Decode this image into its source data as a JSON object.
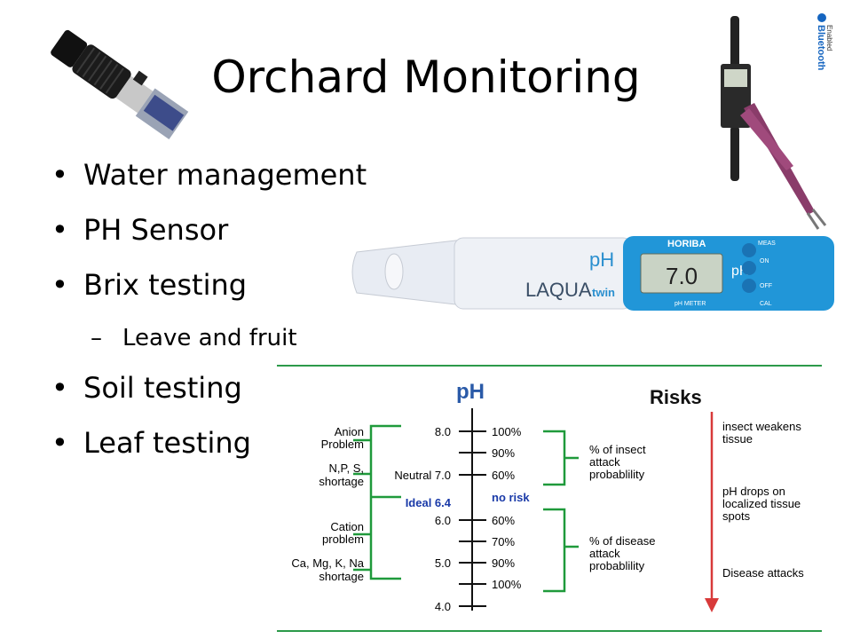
{
  "slide": {
    "title": "Orchard Monitoring",
    "bullets": [
      {
        "level": 1,
        "text": "Water management"
      },
      {
        "level": 1,
        "text": "PH Sensor"
      },
      {
        "level": 1,
        "text": "Brix testing"
      },
      {
        "level": 2,
        "text": "Leave and fruit"
      },
      {
        "level": 1,
        "text": "Soil testing"
      },
      {
        "level": 1,
        "text": "Leaf testing"
      }
    ]
  },
  "meter": {
    "brand": "HORIBA",
    "ph_label": "pH",
    "reading": "7.0",
    "product": "LAQUA",
    "product_suffix": "twin",
    "meter_label": "pH METER",
    "buttons": [
      "MEAS",
      "ON",
      "OFF",
      "CAL"
    ]
  },
  "bluetooth": {
    "name": "Bluetooth",
    "sub": "Enabled"
  },
  "diagram": {
    "ph_header": "pH",
    "risks_header": "Risks",
    "scale": [
      "8.0",
      "Neutral 7.0",
      "Ideal 6.4",
      "6.0",
      "5.0",
      "4.0"
    ],
    "percents": [
      "100%",
      "90%",
      "60%",
      "no risk",
      "60%",
      "70%",
      "90%",
      "100%"
    ],
    "left_groups": [
      [
        "Anion",
        "Problem"
      ],
      [
        "N,P, S,",
        "shortage"
      ],
      [
        "Cation",
        "problem"
      ],
      [
        "Ca, Mg, K, Na",
        "shortage"
      ]
    ],
    "right_groups": [
      [
        "% of insect",
        "attack",
        "probablility"
      ],
      [
        "% of disease",
        "attack",
        "probablility"
      ]
    ],
    "risks": [
      [
        "insect weakens",
        "tissue"
      ],
      [
        "pH drops on",
        "localized tissue",
        "spots"
      ],
      [
        "Disease attacks"
      ]
    ],
    "colors": {
      "bracket": "#1f9a3b",
      "ideal": "#1a3aa8",
      "arrow": "#d83a3a",
      "rule": "#2c9a4a"
    }
  }
}
